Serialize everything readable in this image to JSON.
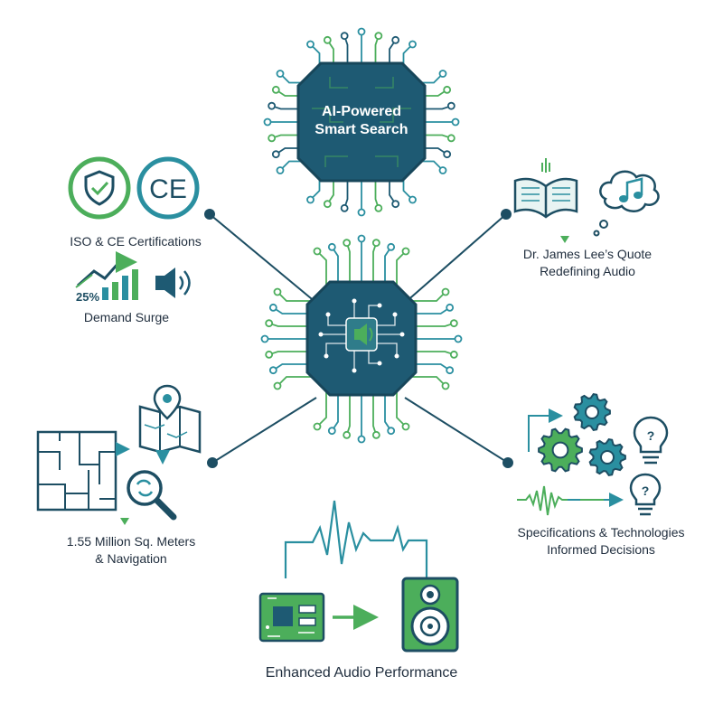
{
  "colors": {
    "navy": "#1e5a73",
    "teal": "#2a8fa0",
    "green": "#4cae5b",
    "node": "#1d4e63"
  },
  "top_chip": {
    "line1": "AI-Powered",
    "line2": "Smart Search"
  },
  "central_chip": {
    "icon": "speaker-icon"
  },
  "certifications": {
    "label": "ISO & CE Certifications",
    "ce_mark": "CE",
    "shield_icon": "shield-check-icon"
  },
  "demand": {
    "label": "Demand Surge",
    "percent": "25%",
    "icons": [
      "trend-chart-icon",
      "speaker-icon"
    ]
  },
  "quote": {
    "line1": "Dr. James Lee’s Quote",
    "line2": "Redefining Audio",
    "icons": [
      "open-book-icon",
      "music-note-icon"
    ]
  },
  "navigation": {
    "line1": "1.55 Million Sq. Meters",
    "line2": "& Navigation",
    "icons": [
      "floor-plan-icon",
      "map-pin-icon",
      "magnifier-icon"
    ]
  },
  "specs": {
    "line1": "Specifications & Technologies",
    "line2": "Informed Decisions",
    "icons": [
      "gears-icon",
      "lightbulb-question-icon",
      "waveform-icon"
    ]
  },
  "audio": {
    "label": "Enhanced Audio Performance",
    "icons": [
      "circuit-board-icon",
      "speaker-cabinet-icon",
      "waveform-icon"
    ]
  }
}
